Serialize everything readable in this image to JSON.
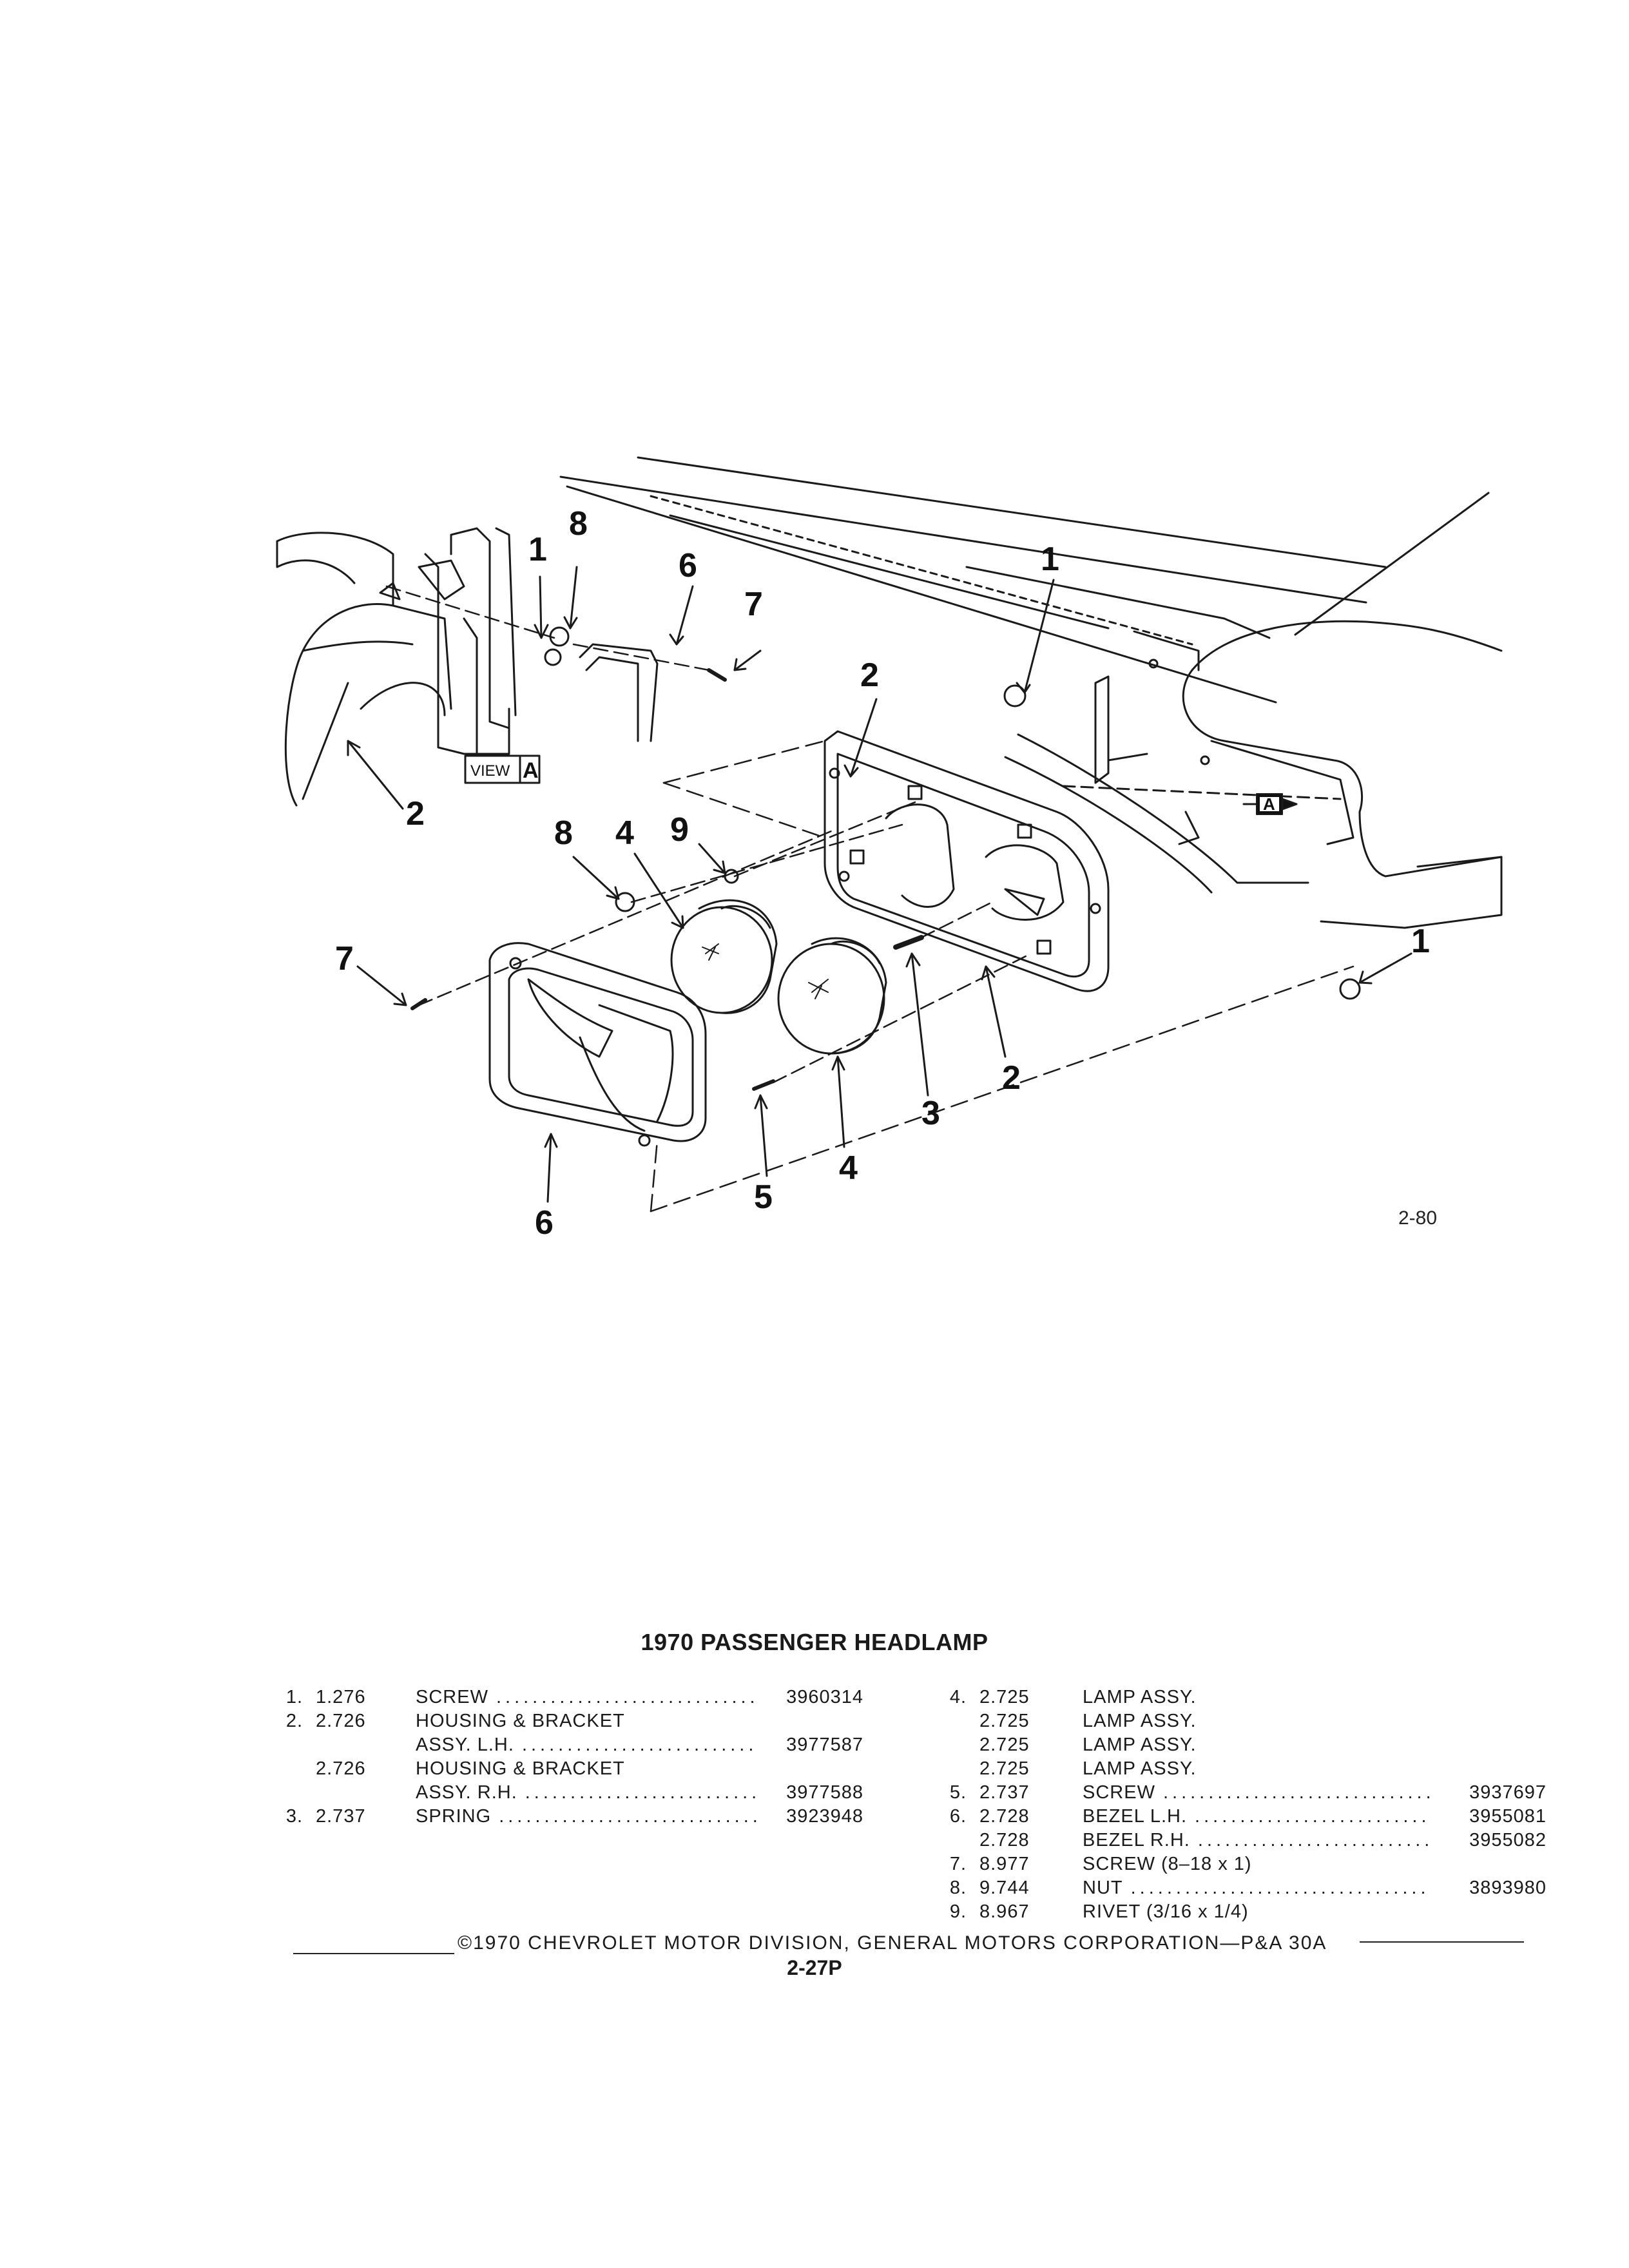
{
  "illustration": {
    "figure_number": "2-80",
    "view_label": "VIEW",
    "view_letter": "A",
    "view_marker_letter": "A",
    "callouts": [
      "1",
      "8",
      "6",
      "7",
      "1",
      "2",
      "2",
      "8",
      "4",
      "9",
      "7",
      "1",
      "2",
      "3",
      "4",
      "5",
      "6"
    ]
  },
  "title": "1970 PASSENGER HEADLAMP",
  "parts_left": [
    {
      "idx": "1.",
      "group": "1.276",
      "desc": "SCREW",
      "dots": true,
      "part_no": "3960314"
    },
    {
      "idx": "2.",
      "group": "2.726",
      "desc": "HOUSING & BRACKET",
      "dots": false,
      "part_no": ""
    },
    {
      "idx": "",
      "group": "",
      "desc": "ASSY. L.H.",
      "dots": true,
      "part_no": "3977587"
    },
    {
      "idx": "",
      "group": "2.726",
      "desc": "HOUSING & BRACKET",
      "dots": false,
      "part_no": ""
    },
    {
      "idx": "",
      "group": "",
      "desc": "ASSY. R.H.",
      "dots": true,
      "part_no": "3977588"
    },
    {
      "idx": "3.",
      "group": "2.737",
      "desc": "SPRING",
      "dots": true,
      "part_no": "3923948"
    }
  ],
  "parts_right": [
    {
      "idx": "4.",
      "group": "2.725",
      "desc": "LAMP ASSY.",
      "dots": false,
      "part_no": ""
    },
    {
      "idx": "",
      "group": "2.725",
      "desc": "LAMP ASSY.",
      "dots": false,
      "part_no": ""
    },
    {
      "idx": "",
      "group": "2.725",
      "desc": "LAMP ASSY.",
      "dots": false,
      "part_no": ""
    },
    {
      "idx": "",
      "group": "2.725",
      "desc": "LAMP ASSY.",
      "dots": false,
      "part_no": ""
    },
    {
      "idx": "5.",
      "group": "2.737",
      "desc": "SCREW",
      "dots": true,
      "part_no": "3937697"
    },
    {
      "idx": "6.",
      "group": "2.728",
      "desc": "BEZEL L.H.",
      "dots": true,
      "part_no": "3955081"
    },
    {
      "idx": "",
      "group": "2.728",
      "desc": "BEZEL R.H.",
      "dots": true,
      "part_no": "3955082"
    },
    {
      "idx": "7.",
      "group": "8.977",
      "desc": "SCREW (8–18 x 1)",
      "dots": false,
      "part_no": ""
    },
    {
      "idx": "8.",
      "group": "9.744",
      "desc": "NUT",
      "dots": true,
      "part_no": "3893980"
    },
    {
      "idx": "9.",
      "group": "8.967",
      "desc": "RIVET (3/16 x 1/4)",
      "dots": false,
      "part_no": ""
    }
  ],
  "footer": {
    "copyright": "©1970 CHEVROLET MOTOR DIVISION, GENERAL MOTORS CORPORATION—P&A 30A",
    "page_number": "2-27P"
  }
}
